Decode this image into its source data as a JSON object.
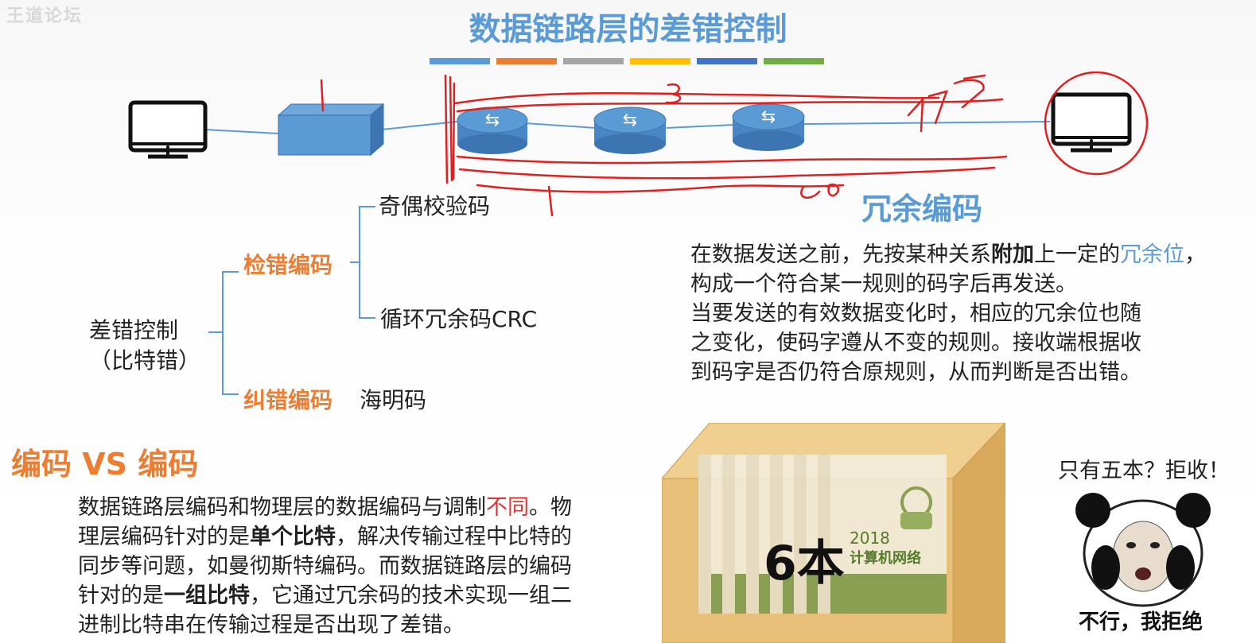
{
  "watermark": "王道论坛",
  "title": "数据链路层的差错控制",
  "stripe_colors": [
    "#5b9bd5",
    "#ed7d31",
    "#a5a5a5",
    "#ffc000",
    "#4472c4",
    "#70ad47"
  ],
  "tree": {
    "root_line1": "差错控制",
    "root_line2": "（比特错）",
    "detect_label": "检错编码",
    "parity": "奇偶校验码",
    "crc": "循环冗余码CRC",
    "correct_label": "纠错编码",
    "hamming": "海明码"
  },
  "redundant": {
    "heading": "冗余编码",
    "p1": "在数据发送之前，先按某种关系",
    "p1_bold": "附加",
    "p1b": "上一定的",
    "p1_blue": "冗余位",
    "p2": "，构成一个符合某一规则的码字后再发送。",
    "p3": "当要发送的有效数据变化时，相应的冗余位也随",
    "p4": "之变化，使码字遵从不变的规则。接收端根据收",
    "p5": "到码字是否仍符合原规则，从而判断是否出错。"
  },
  "vs": {
    "heading": "编码 VS 编码",
    "t1": "数据链路层编码和物理层的数据编码与调制",
    "t1_red": "不同",
    "t1b": "。物",
    "t2": "理层编码针对的是",
    "t2_bold": "单个比特",
    "t2b": "，解决传输过程中比特的",
    "t3": "同步等问题，如曼彻斯特编码。而数据链路层的编码",
    "t4": "针对的是",
    "t4_bold": "一组比特",
    "t4b": "，它通过冗余码的技术实现一组二",
    "t5": "进制比特串在传输过程是否出现了差错。"
  },
  "box": {
    "count_label": "6本",
    "book_year": "2018",
    "book_title": "计算机网络"
  },
  "meme": {
    "caption_top": "只有五本？拒收！",
    "caption_bottom": "不行，我拒绝"
  },
  "colors": {
    "accent_blue": "#5b9bd5",
    "accent_orange": "#ed7d31",
    "annotation_red": "#e02020",
    "router_blue": "#5b9bd5"
  }
}
